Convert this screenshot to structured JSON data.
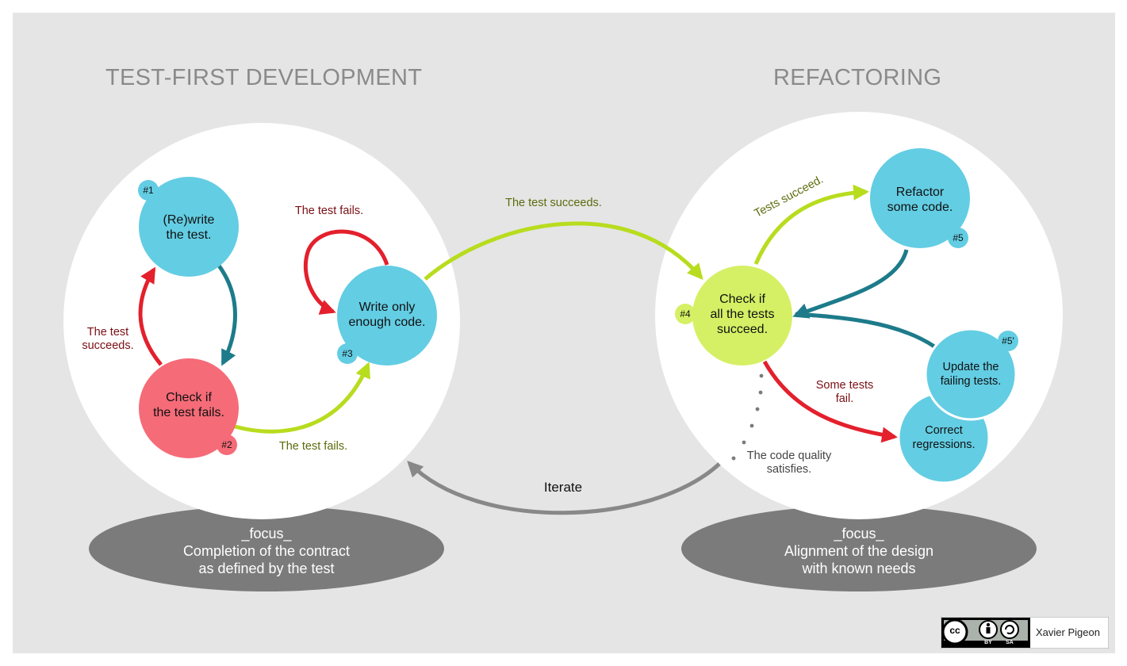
{
  "sections": {
    "left_title": "TEST-FIRST DEVELOPMENT",
    "right_title": "REFACTORING"
  },
  "nodes": {
    "rewrite": {
      "text": "(Re)write\nthe test.",
      "badge": "#1"
    },
    "check_fail": {
      "text": "Check if\nthe test fails.",
      "badge": "#2"
    },
    "write_code": {
      "text": "Write only\nenough code.",
      "badge": "#3"
    },
    "check_all": {
      "text": "Check if\nall the tests\nsucceed.",
      "badge": "#4"
    },
    "refactor": {
      "text": "Refactor\nsome code.",
      "badge": "#5"
    },
    "update_tests": {
      "text": "Update the\nfailing tests.",
      "badge": "#5'"
    },
    "correct": {
      "text": "Correct\nregressions."
    }
  },
  "edge_labels": {
    "test_fails_loop": "The test fails.",
    "test_succeeds_left": "The test\nsucceeds.",
    "test_fails_bottom": "The test fails.",
    "test_succeeds_bridge": "The test succeeds.",
    "tests_succeed": "Tests succeed.",
    "some_tests_fail": "Some tests\nfail.",
    "code_quality": "The code quality\nsatisfies.",
    "iterate": "Iterate"
  },
  "focus": {
    "left": {
      "heading": "_focus_",
      "line1": "Completion of the contract",
      "line2": "as defined by the test"
    },
    "right": {
      "heading": "_focus_",
      "line1": "Alignment of the design",
      "line2": "with known needs"
    }
  },
  "license": {
    "cc_symbol": "cc",
    "by": "BY",
    "sa": "SA",
    "author": "Xavier Pigeon"
  },
  "colors": {
    "background": "#e5e5e5",
    "node_blue": "#63cde3",
    "node_red": "#f56b78",
    "node_green": "#d5f065",
    "arrow_red": "#e3202c",
    "arrow_teal": "#1d7b8a",
    "arrow_lime": "#b8dc1e",
    "arrow_grey": "#888888",
    "label_darkred": "#7a0f14",
    "label_olive": "#5b6b0c",
    "focus_ellipse": "#7b7b7b"
  }
}
